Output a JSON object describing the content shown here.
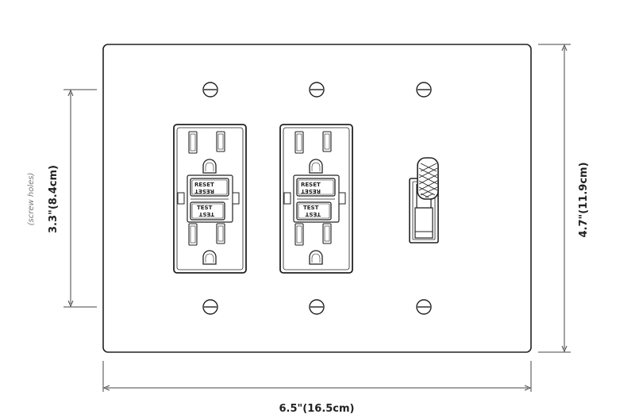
{
  "dimensions": {
    "width_label": "6.5\"(16.5cm)",
    "height_label": "4.7\"(11.9cm)",
    "screw_span_label": "3.3\"(8.4cm)",
    "screw_note": "(screw holes)"
  },
  "outlets": [
    {
      "reset_label": "RESET",
      "reset_mirrored": "RESET",
      "test_label": "TEST",
      "test_mirrored": "TEST"
    },
    {
      "reset_label": "RESET",
      "reset_mirrored": "RESET",
      "test_label": "TEST",
      "test_mirrored": "TEST"
    }
  ],
  "colors": {
    "line": "#222222",
    "plate": "#ffffff",
    "dim_line": "#444444"
  }
}
